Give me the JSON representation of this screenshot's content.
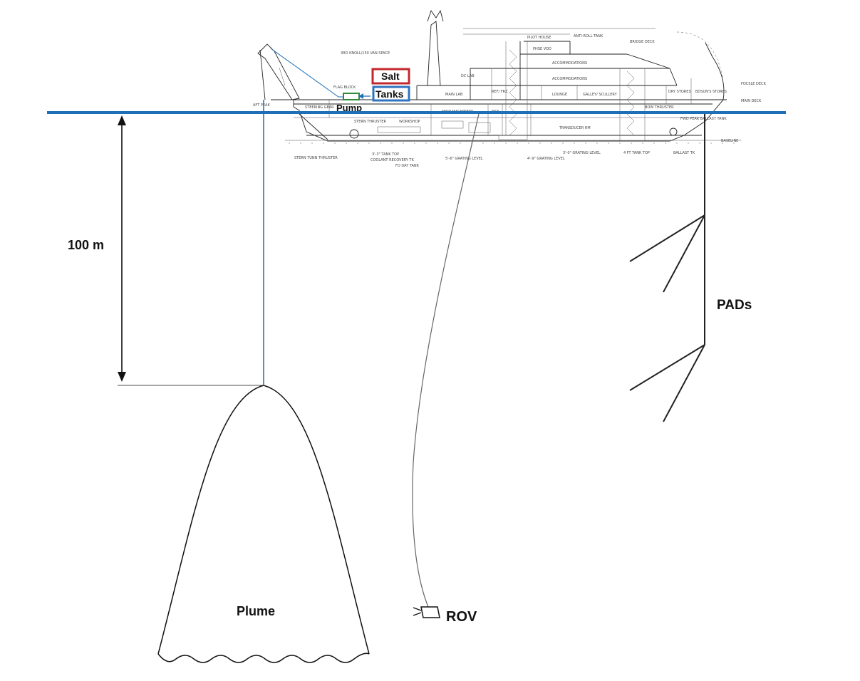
{
  "labels": {
    "depth": "100 m",
    "plume": "Plume",
    "rov": "ROV",
    "pads": "PADs",
    "salt": "Salt",
    "tanks": "Tanks",
    "pump": "Pump"
  },
  "ship_labels": {
    "pilot_house": "PILOT HOUSE",
    "anti_roll": "ANTI-ROLL TANK",
    "phse_vod": "PHSE VOD",
    "accommodations_1": "ACCOMMODATIONS",
    "accommodations_2": "ACCOMMODATIONS",
    "main_lab": "MAIN LAB",
    "dc_lab": "DC LAB",
    "lounge": "LOUNGE",
    "galley": "GALLEY/ SCULLERY",
    "main_machinery": "MAIN MACHINERY",
    "transducer": "TRANSDUCER RM",
    "steering": "STEERING GEAR",
    "workshop": "WORKSHOP",
    "stern_thruster": "STERN THRUSTER",
    "bow_thruster": "BOW THRUSTER",
    "fo_day": "FO DAY TANK",
    "coolant": "COOLANT RECOVERY TK",
    "stern_tunn": "STERN TUNN THRUSTER",
    "flag_block": "FLAG BLOCK",
    "aft_peak": "AFT PEAK",
    "ballast": "BALLAST TK",
    "fwd_peak": "FWD PEAK BALLAST TANK",
    "mcs": "MCS",
    "ref_frz": "REF/ FRZ",
    "baseline": "BASELINE",
    "main_deck": "MAIN DECK",
    "focsle_deck": "FOCSLE DECK",
    "bridge_deck": "BRIDGE DECK",
    "dry_stores": "DRY STORES",
    "bosuns_stores": "BOSUN'S STORES",
    "3rd_knoll": "3RD KNOLL/150 VAN SPACE",
    "grating_1": "3'-0\" GRATING LEVEL",
    "grating_2": "4'-9\" GRATING LEVEL",
    "grating_3": "5'-6\" GRATING LEVEL",
    "tank_top_1": "4 FT TANK TOP",
    "tank_top_2": "3'-3\" TANK TOP"
  },
  "colors": {
    "waterline": "#1f6fb8",
    "salt_box": "#c0282d",
    "tanks_box": "#2f74c0",
    "pump_box": "#2e8b3a",
    "ink": "#111111"
  }
}
